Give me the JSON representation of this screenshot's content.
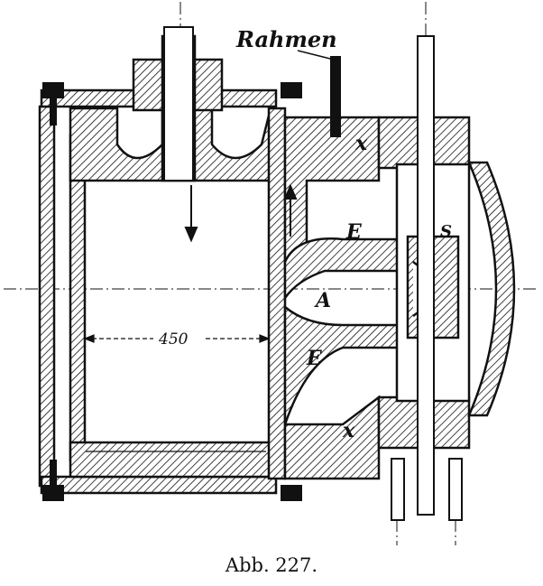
{
  "labels": {
    "rahmen": "Rahmen",
    "s": "S",
    "e_upper": "E",
    "a": "A",
    "e_lower": "E",
    "x_upper": "x",
    "x_lower": "x",
    "dimension": "450"
  },
  "caption": "Abb. 227.",
  "colors": {
    "ink": "#111111",
    "paper": "#ffffff"
  }
}
